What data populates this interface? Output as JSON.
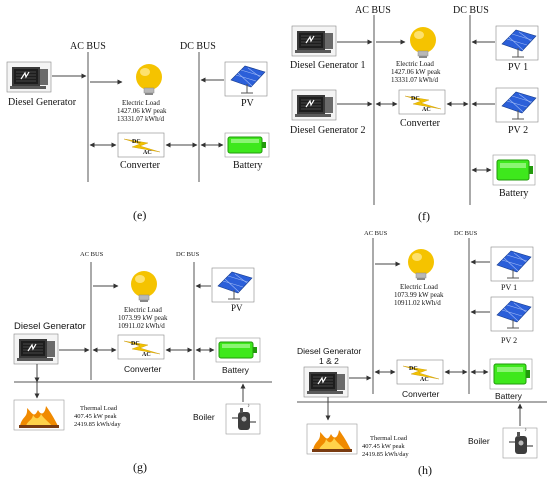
{
  "panels": {
    "e": {
      "label": "(e)",
      "ac_bus": "AC BUS",
      "dc_bus": "DC BUS",
      "diesel_generator": "Diesel Generator",
      "electric_load": "Electric Load",
      "load_peak": "1427.06 kW peak",
      "load_daily": "13331.07 kWh/d",
      "pv": "PV",
      "converter": "Converter",
      "battery": "Battery"
    },
    "f": {
      "label": "(f)",
      "ac_bus": "AC BUS",
      "dc_bus": "DC BUS",
      "diesel_generator_1": "Diesel Generator 1",
      "diesel_generator_2": "Diesel Generator 2",
      "electric_load": "Electric Load",
      "load_peak": "1427.06 kW peak",
      "load_daily": "13331.07 kWh/d",
      "pv1": "PV 1",
      "pv2": "PV 2",
      "converter": "Converter",
      "battery": "Battery"
    },
    "g": {
      "label": "(g)",
      "ac_bus": "AC BUS",
      "dc_bus": "DC BUS",
      "diesel_generator": "Diesel Generator",
      "electric_load": "Electric Load",
      "load_peak": "1073.99 kW peak",
      "load_daily": "10911.02 kWh/d",
      "pv": "PV",
      "converter": "Converter",
      "battery": "Battery",
      "thermal_load": "Thermal Load",
      "thermal_peak": "407.45 kW peak",
      "thermal_daily": "2419.85 kWh/day",
      "boiler": "Boiler"
    },
    "h": {
      "label": "(h)",
      "ac_bus": "AC BUS",
      "dc_bus": "DC BUS",
      "diesel_generator_a": "Diesel Generator",
      "diesel_generator_b": "1 & 2",
      "electric_load": "Electric Load",
      "load_peak": "1073.99 kW peak",
      "load_daily": "10911.02 kWh/d",
      "pv1": "PV 1",
      "pv2": "PV 2",
      "converter": "Converter",
      "battery": "Battery",
      "thermal_load": "Thermal Load",
      "thermal_peak": "407.45 kW peak",
      "thermal_daily": "2419.85 kWh/day",
      "boiler": "Boiler"
    }
  },
  "converter_glyph": {
    "dc": "DC",
    "ac": "AC"
  },
  "colors": {
    "bulb": "#f5c300",
    "battery_fill": "#3ee81c",
    "pv_panel": "#2b5fd9",
    "converter_bolt": "#f2c200",
    "flame": "#f08a00"
  }
}
